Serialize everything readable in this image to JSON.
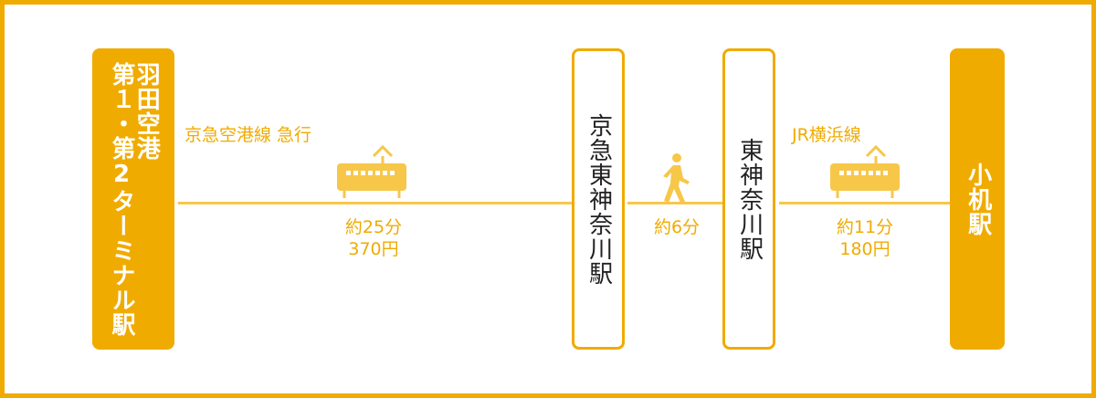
{
  "stations": {
    "haneda": {
      "name": "羽田空港\n第１・第2ターミナル駅"
    },
    "keikyu_higashikanagawa": {
      "name": "京急東神奈川駅"
    },
    "higashikanagawa": {
      "name": "東神奈川駅"
    },
    "kozukue": {
      "name": "小机駅"
    }
  },
  "segments": [
    {
      "line": "京急空港線 急行",
      "time": "約25分",
      "fare": "370円",
      "icon": "train-icon"
    },
    {
      "line": "",
      "time": "約6分",
      "fare": "",
      "icon": "walking-person-icon"
    },
    {
      "line": "JR横浜線",
      "time": "約11分",
      "fare": "180円",
      "icon": "train-icon"
    }
  ],
  "colors": {
    "accent": "#f0ab00",
    "track": "#f7c74a",
    "text_dark": "#222222"
  }
}
